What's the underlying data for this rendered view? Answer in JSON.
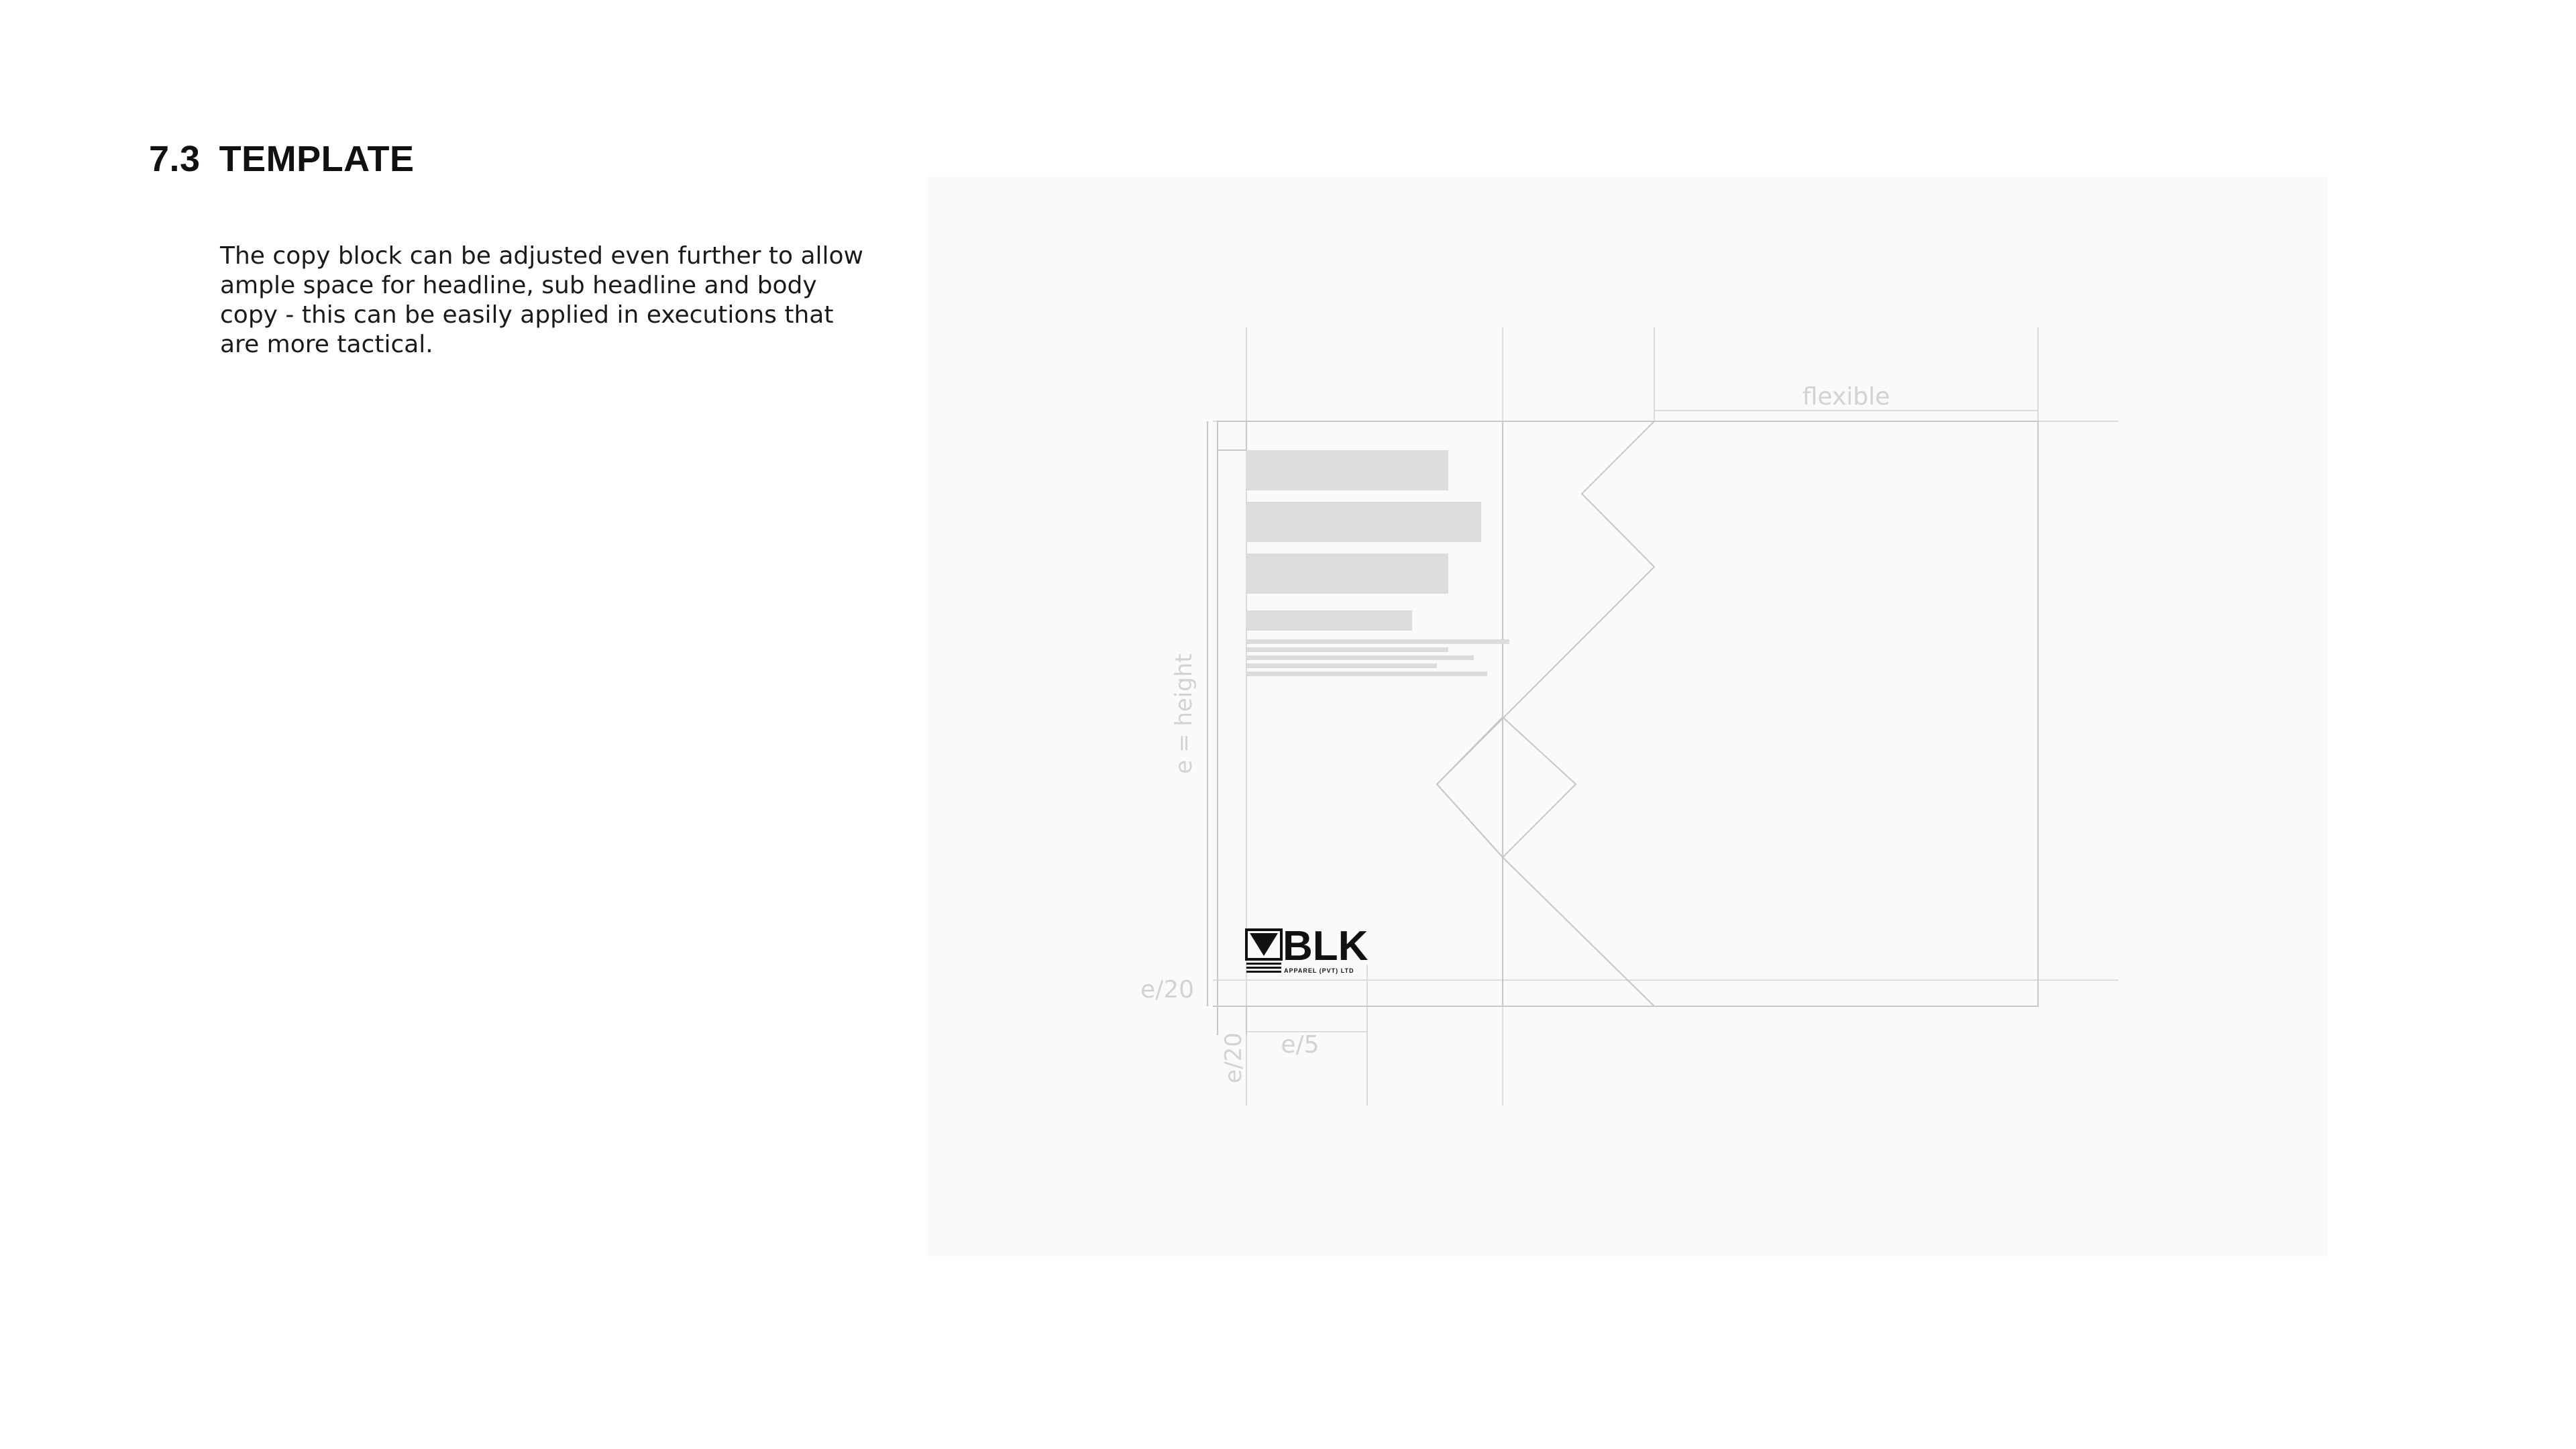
{
  "section": {
    "number": "7.3",
    "title": "TEMPLATE"
  },
  "description": "The copy block can be adjusted even further to allow ample space for headline, sub headline and body copy - this can be easily applied in executions that are more tactical.",
  "diagram": {
    "labels": {
      "flexible": "flexible",
      "height": "e = height",
      "margin_left": "e/20",
      "margin_bottom": "e/20",
      "logo_width": "e/5"
    },
    "logo": {
      "wordmark": "BLK",
      "subline": "APPAREL (PVT) LTD"
    }
  },
  "colors": {
    "panel": "#fafafa",
    "guide": "#d6d6d6",
    "placeholder": "#dcdcdc",
    "text": "#111111"
  }
}
